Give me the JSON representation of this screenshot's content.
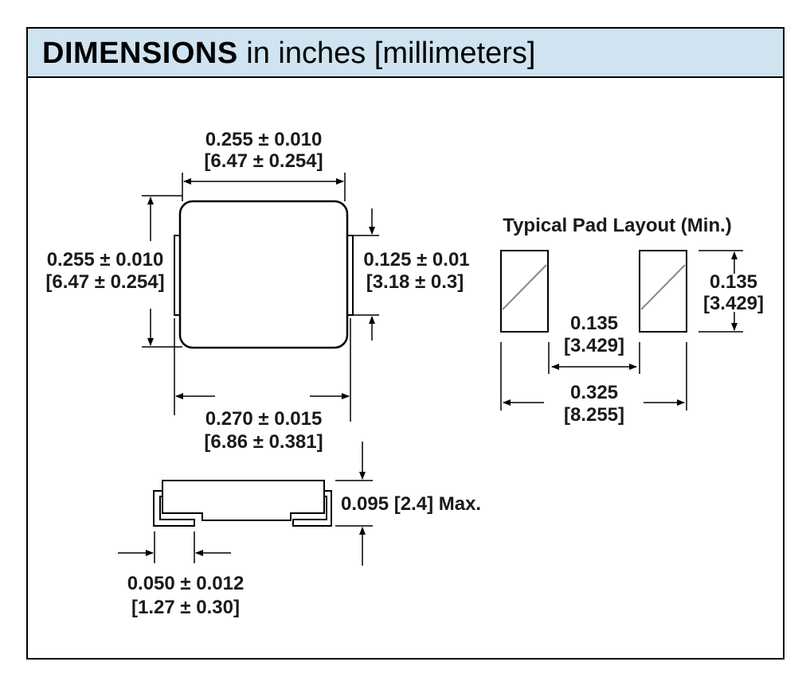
{
  "header": {
    "bold": "DIMENSIONS",
    "rest": " in inches [millimeters]"
  },
  "top_view": {
    "width": {
      "in": "0.255 ± 0.010",
      "mm": "[6.47 ± 0.254]"
    },
    "height": {
      "in": "0.255 ± 0.010",
      "mm": "[6.47 ± 0.254]"
    },
    "terminal": {
      "in": "0.125 ± 0.01",
      "mm": "[3.18 ± 0.3]"
    },
    "overall_width": {
      "in": "0.270 ± 0.015",
      "mm": "[6.86 ± 0.381]"
    }
  },
  "side_view": {
    "height": "0.095 [2.4] Max.",
    "terminal_width": {
      "in": "0.050 ± 0.012",
      "mm": "[1.27 ± 0.30]"
    }
  },
  "pad_layout": {
    "title": "Typical Pad Layout (Min.)",
    "pad_height": {
      "in": "0.135",
      "mm": "[3.429]"
    },
    "pad_gap": {
      "in": "0.135",
      "mm": "[3.429]"
    },
    "total_span": {
      "in": "0.325",
      "mm": "[8.255]"
    }
  },
  "colors": {
    "header_bg": "#cfe3f0",
    "line": "#000000",
    "hatch": "#888888"
  }
}
